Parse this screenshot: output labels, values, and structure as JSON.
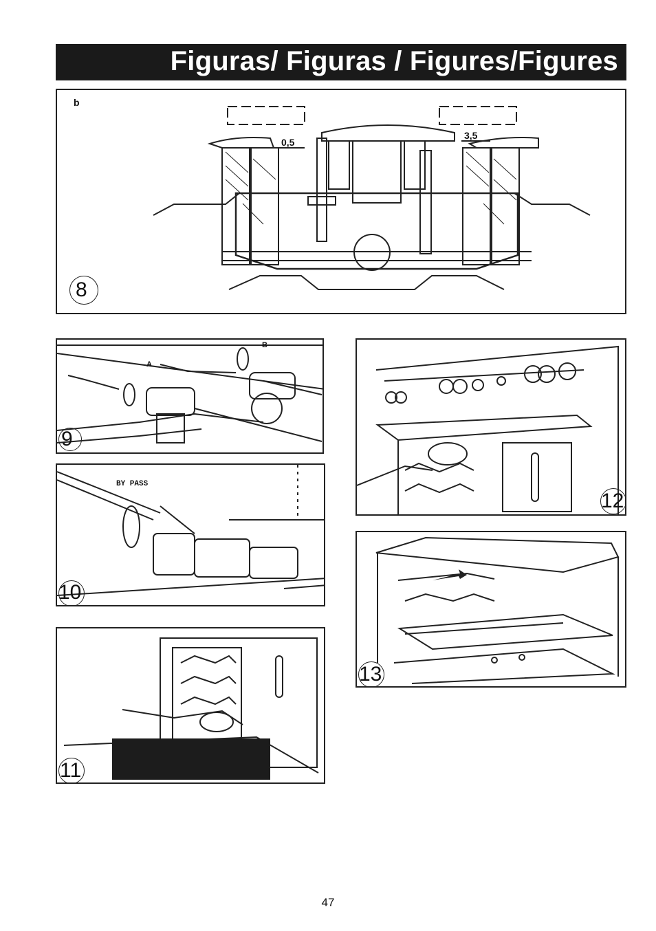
{
  "header": {
    "title": "Figuras/ Figuras / Figures/Figures"
  },
  "figures": {
    "fig8": {
      "number": "8",
      "sub_label": "b",
      "dim_left": "0,5",
      "dim_right": "3,5"
    },
    "fig9": {
      "number": "9",
      "label_a": "A",
      "label_b": "B"
    },
    "fig10": {
      "number": "10",
      "label_bypass": "BY PASS"
    },
    "fig11": {
      "number": "11"
    },
    "fig12": {
      "number": "12"
    },
    "fig13": {
      "number": "13"
    }
  },
  "footer": {
    "page_number": "47"
  }
}
